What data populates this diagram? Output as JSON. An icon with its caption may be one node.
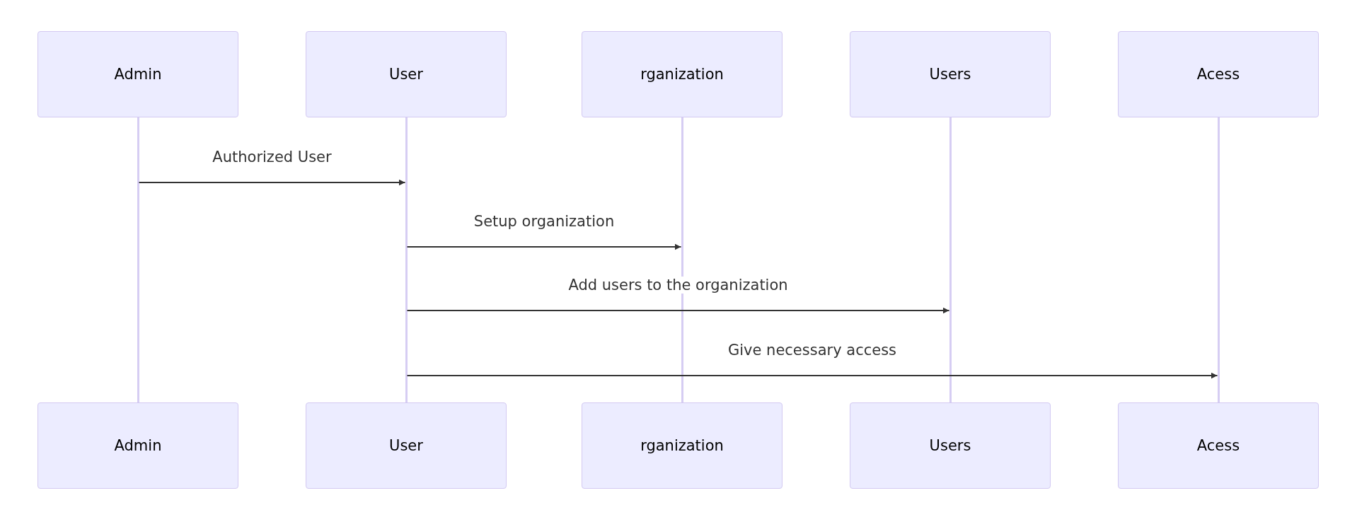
{
  "diagram": {
    "nodes": [
      {
        "text": [
          "Admin"
        ]
      },
      {
        "text": [
          "User"
        ]
      },
      {
        "text": [
          "rganization"
        ]
      },
      {
        "text": [
          "Users"
        ]
      },
      {
        "text": [
          "Acess"
        ]
      },
      {
        "text": [
          "Admin"
        ]
      },
      {
        "text": [
          "User"
        ]
      },
      {
        "text": [
          "rganization"
        ]
      },
      {
        "text": [
          "Users"
        ]
      },
      {
        "text": [
          "Acess"
        ]
      },
      {
        "text": [],
        "shape": "bar"
      },
      {
        "text": [],
        "shape": "bar"
      },
      {
        "text": [],
        "shape": "bar"
      },
      {
        "text": [],
        "shape": "bar"
      },
      {
        "text": [],
        "shape": "bar"
      }
    ],
    "edges": [
      {
        "from": 10,
        "to": 11,
        "arrow": "to",
        "label": "Authorized User"
      },
      {
        "from": 11,
        "to": 12,
        "arrow": "to",
        "label": "Setup organization"
      },
      {
        "from": 11,
        "to": 13,
        "arrow": "to",
        "label": "Add users to the organization"
      },
      {
        "from": 11,
        "to": 14,
        "arrow": "to",
        "label": "Give necessary access"
      }
    ]
  }
}
